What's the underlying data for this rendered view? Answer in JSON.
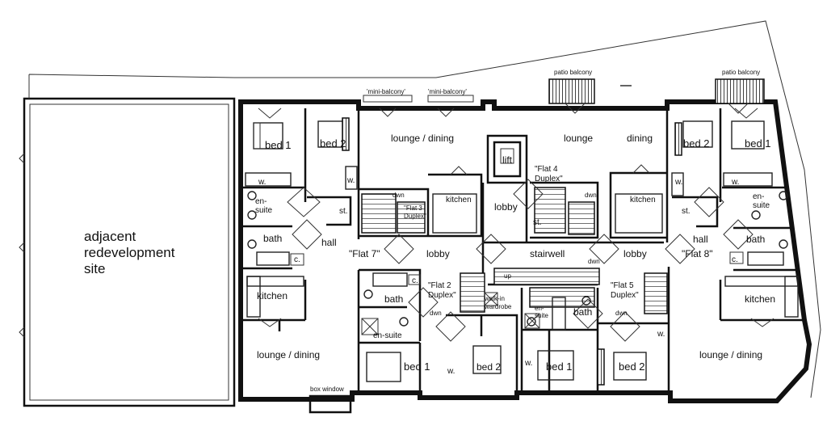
{
  "site": {
    "label_line1": "adjacent",
    "label_line2": "redevelopment",
    "label_line3": "site"
  },
  "labels": {
    "mini_balcony_left": "'mini-balcony'",
    "mini_balcony_right": "'mini-balcony'",
    "patio_balcony_centre": "patio balcony",
    "patio_balcony_right": "patio balcony",
    "box_window": "box window",
    "w_left_bed1": "w.",
    "w_left_bed2": "w.",
    "w_right_bed2": "w.",
    "w_right_bed1": "w.",
    "w_flat2": "w.",
    "w_flat5_a": "w.",
    "w_flat5_b": "w.",
    "c_left": "c.",
    "c_right": "c.",
    "c_flat2": "c.",
    "st_left": "st.",
    "st_centre": "st.",
    "st_right": "st."
  },
  "flat7": {
    "name": "\"Flat 7\"",
    "bed1": "bed 1",
    "bed2": "bed 2",
    "ensuite_1": "en-",
    "ensuite_2": "suite",
    "bath": "bath",
    "hall": "hall",
    "kitchen": "kitchen",
    "lounge": "lounge / dining"
  },
  "flat3": {
    "name_1": "\"Flat 3",
    "name_2": "Duplex\"",
    "lounge": "lounge / dining",
    "kitchen": "kitchen",
    "dwn": "dwn"
  },
  "core": {
    "lift": "lift",
    "lobby_left": "lobby",
    "lobby_centre": "lobby",
    "lobby_right": "lobby",
    "stairwell": "stairwell",
    "up": "up",
    "dwn": "dwn"
  },
  "flat4": {
    "name_1": "\"Flat 4",
    "name_2": "Duplex\"",
    "lounge": "lounge",
    "dining": "dining",
    "kitchen": "kitchen",
    "dwn": "dwn"
  },
  "flat8": {
    "name": "\"Flat 8\"",
    "bed1": "bed 1",
    "bed2": "bed 2",
    "ensuite_1": "en-",
    "ensuite_2": "suite",
    "bath": "bath",
    "hall": "hall",
    "kitchen": "kitchen",
    "lounge": "lounge / dining"
  },
  "flat2": {
    "name_1": "\"Flat 2",
    "name_2": "Duplex\"",
    "bath": "bath",
    "ensuite": "en-suite",
    "walkin_1": "walk-in",
    "walkin_2": "wardrobe",
    "bed1": "bed 1",
    "bed2": "bed 2",
    "dwn": "dwn"
  },
  "flat5": {
    "name_1": "\"Flat 5",
    "name_2": "Duplex\"",
    "ensuite_1": "en-",
    "ensuite_2": "suite",
    "bath": "bath",
    "bed1": "bed 1",
    "bed2": "bed 2",
    "dwn": "dwn"
  }
}
